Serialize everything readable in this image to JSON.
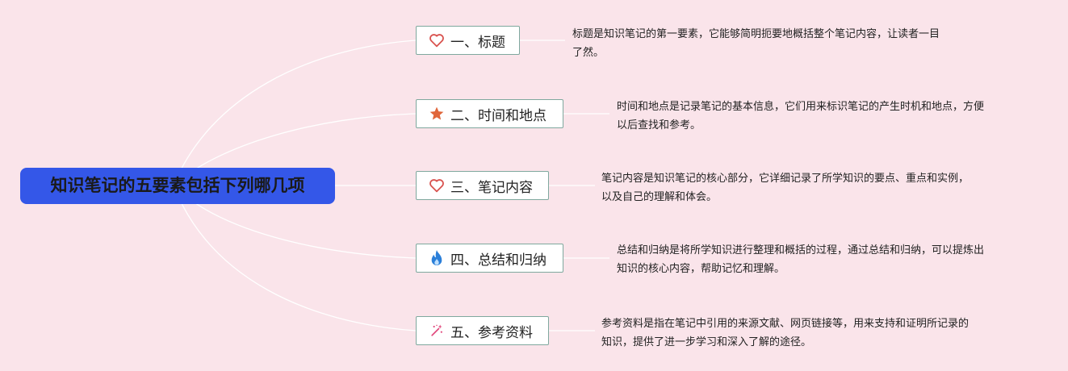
{
  "root": {
    "label": "知识笔记的五要素包括下列哪几项"
  },
  "branches": [
    {
      "label": "一、标题",
      "icon": "heart-outline-icon",
      "icon_color": "#d9534f",
      "desc": [
        "标题是知识笔记的第一要素，它能够简明扼要地概括整个笔记内容，让读者一目",
        "了然。"
      ]
    },
    {
      "label": "二、时间和地点",
      "icon": "star-icon",
      "icon_color": "#e0663a",
      "desc": [
        "时间和地点是记录笔记的基本信息，它们用来标识笔记的产生时机和地点，方便",
        "以后查找和参考。"
      ]
    },
    {
      "label": "三、笔记内容",
      "icon": "heart-outline-icon",
      "icon_color": "#d9534f",
      "desc": [
        "笔记内容是知识笔记的核心部分，它详细记录了所学知识的要点、重点和实例，",
        "以及自己的理解和体会。"
      ]
    },
    {
      "label": "四、总结和归纳",
      "icon": "flame-icon",
      "icon_color": "#2b7fd9",
      "desc": [
        "总结和归纳是将所学知识进行整理和概括的过程，通过总结和归纳，可以提炼出",
        "知识的核心内容，帮助记忆和理解。"
      ]
    },
    {
      "label": "五、参考资料",
      "icon": "sparkle-icon",
      "icon_color": "#e0457a",
      "desc": [
        "参考资料是指在笔记中引用的来源文献、网页链接等，用来支持和证明所记录的",
        "知识，提供了进一步学习和深入了解的途径。"
      ]
    }
  ]
}
